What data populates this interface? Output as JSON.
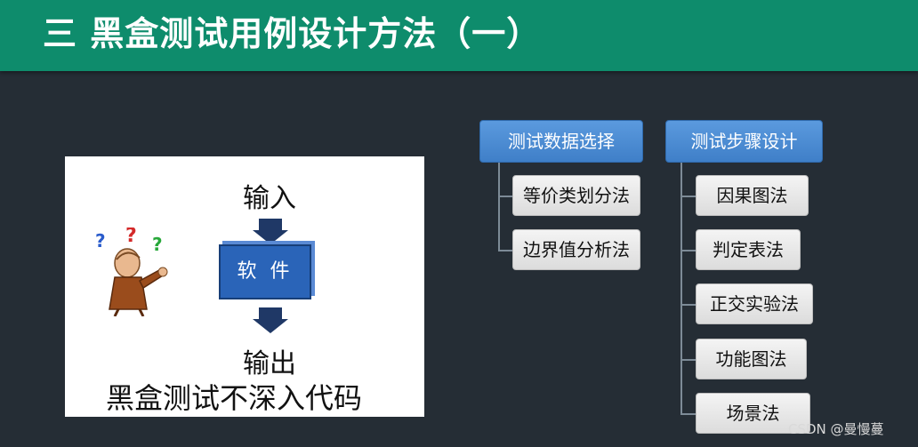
{
  "header": {
    "title": "三 黑盒测试用例设计方法（一）"
  },
  "illustration": {
    "input_label": "输入",
    "software_label": "软 件",
    "output_label": "输出",
    "caption": "黑盒测试不深入代码"
  },
  "tree_left": {
    "head": "测试数据选择",
    "items": [
      "等价类划分法",
      "边界值分析法"
    ]
  },
  "tree_right": {
    "head": "测试步骤设计",
    "items": [
      "因果图法",
      "判定表法",
      "正交实验法",
      "功能图法",
      "场景法"
    ]
  },
  "watermark": "CSDN @曼慢蔓"
}
